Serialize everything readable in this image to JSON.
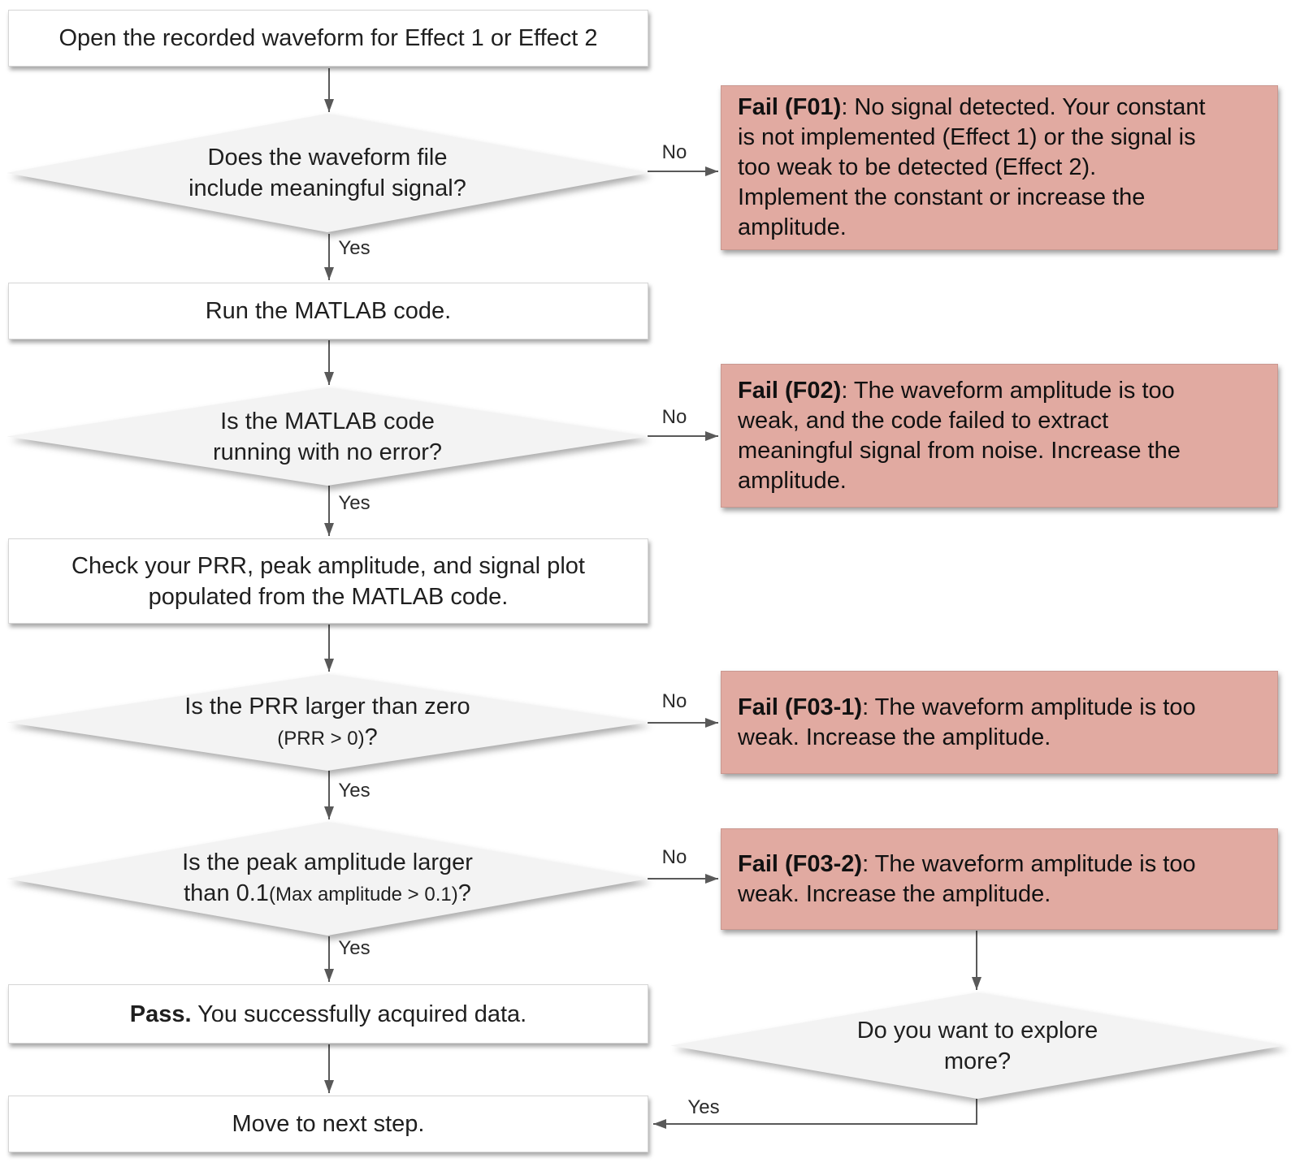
{
  "labels": {
    "yes": "Yes",
    "no": "No"
  },
  "nodes": {
    "open": {
      "text": "Open the recorded waveform for Effect 1 or Effect 2"
    },
    "q_signal": {
      "line1": "Does the waveform file",
      "line2": "include meaningful signal?"
    },
    "f01": {
      "title": "Fail (F01)",
      "line1": ": No signal detected. Your constant",
      "line2": "is not implemented (Effect 1) or the signal is",
      "line3": "too weak to be detected (Effect 2).",
      "line4": "Implement the constant or increase the",
      "line5": "amplitude."
    },
    "run": {
      "text": "Run the MATLAB code."
    },
    "q_error": {
      "line1": "Is the MATLAB code",
      "line2": "running with no error?"
    },
    "f02": {
      "title": "Fail (F02)",
      "line1": ": The waveform amplitude is too",
      "line2": "weak, and the code failed to extract",
      "line3": "meaningful signal from noise. Increase the",
      "line4": "amplitude."
    },
    "check": {
      "line1": "Check your PRR, peak amplitude, and signal plot",
      "line2": "populated from the MATLAB code."
    },
    "q_prr": {
      "line1": "Is the PRR larger than zero",
      "cond": "(PRR > 0)",
      "qmark": "?"
    },
    "f03_1": {
      "title": "Fail (F03-1)",
      "line1": ": The waveform amplitude is too",
      "line2": "weak. Increase the amplitude."
    },
    "q_peak": {
      "line1": "Is the peak amplitude larger",
      "line2_pre": "than 0.1",
      "cond": "(Max amplitude > 0.1)",
      "qmark": "?"
    },
    "f03_2": {
      "title": "Fail (F03-2)",
      "line1": ": The waveform amplitude is too",
      "line2": "weak. Increase the amplitude."
    },
    "pass": {
      "title": "Pass.",
      "text": " You successfully acquired data."
    },
    "q_explore": {
      "line1": "Do you want to explore",
      "line2": "more?"
    },
    "move": {
      "text": "Move to next step."
    }
  },
  "colors": {
    "fail_bg": "#e1aaa1",
    "decision_bg": "#f3f3f3",
    "process_bg": "#ffffff",
    "connector": "#595959",
    "text": "#1f1f1f"
  }
}
